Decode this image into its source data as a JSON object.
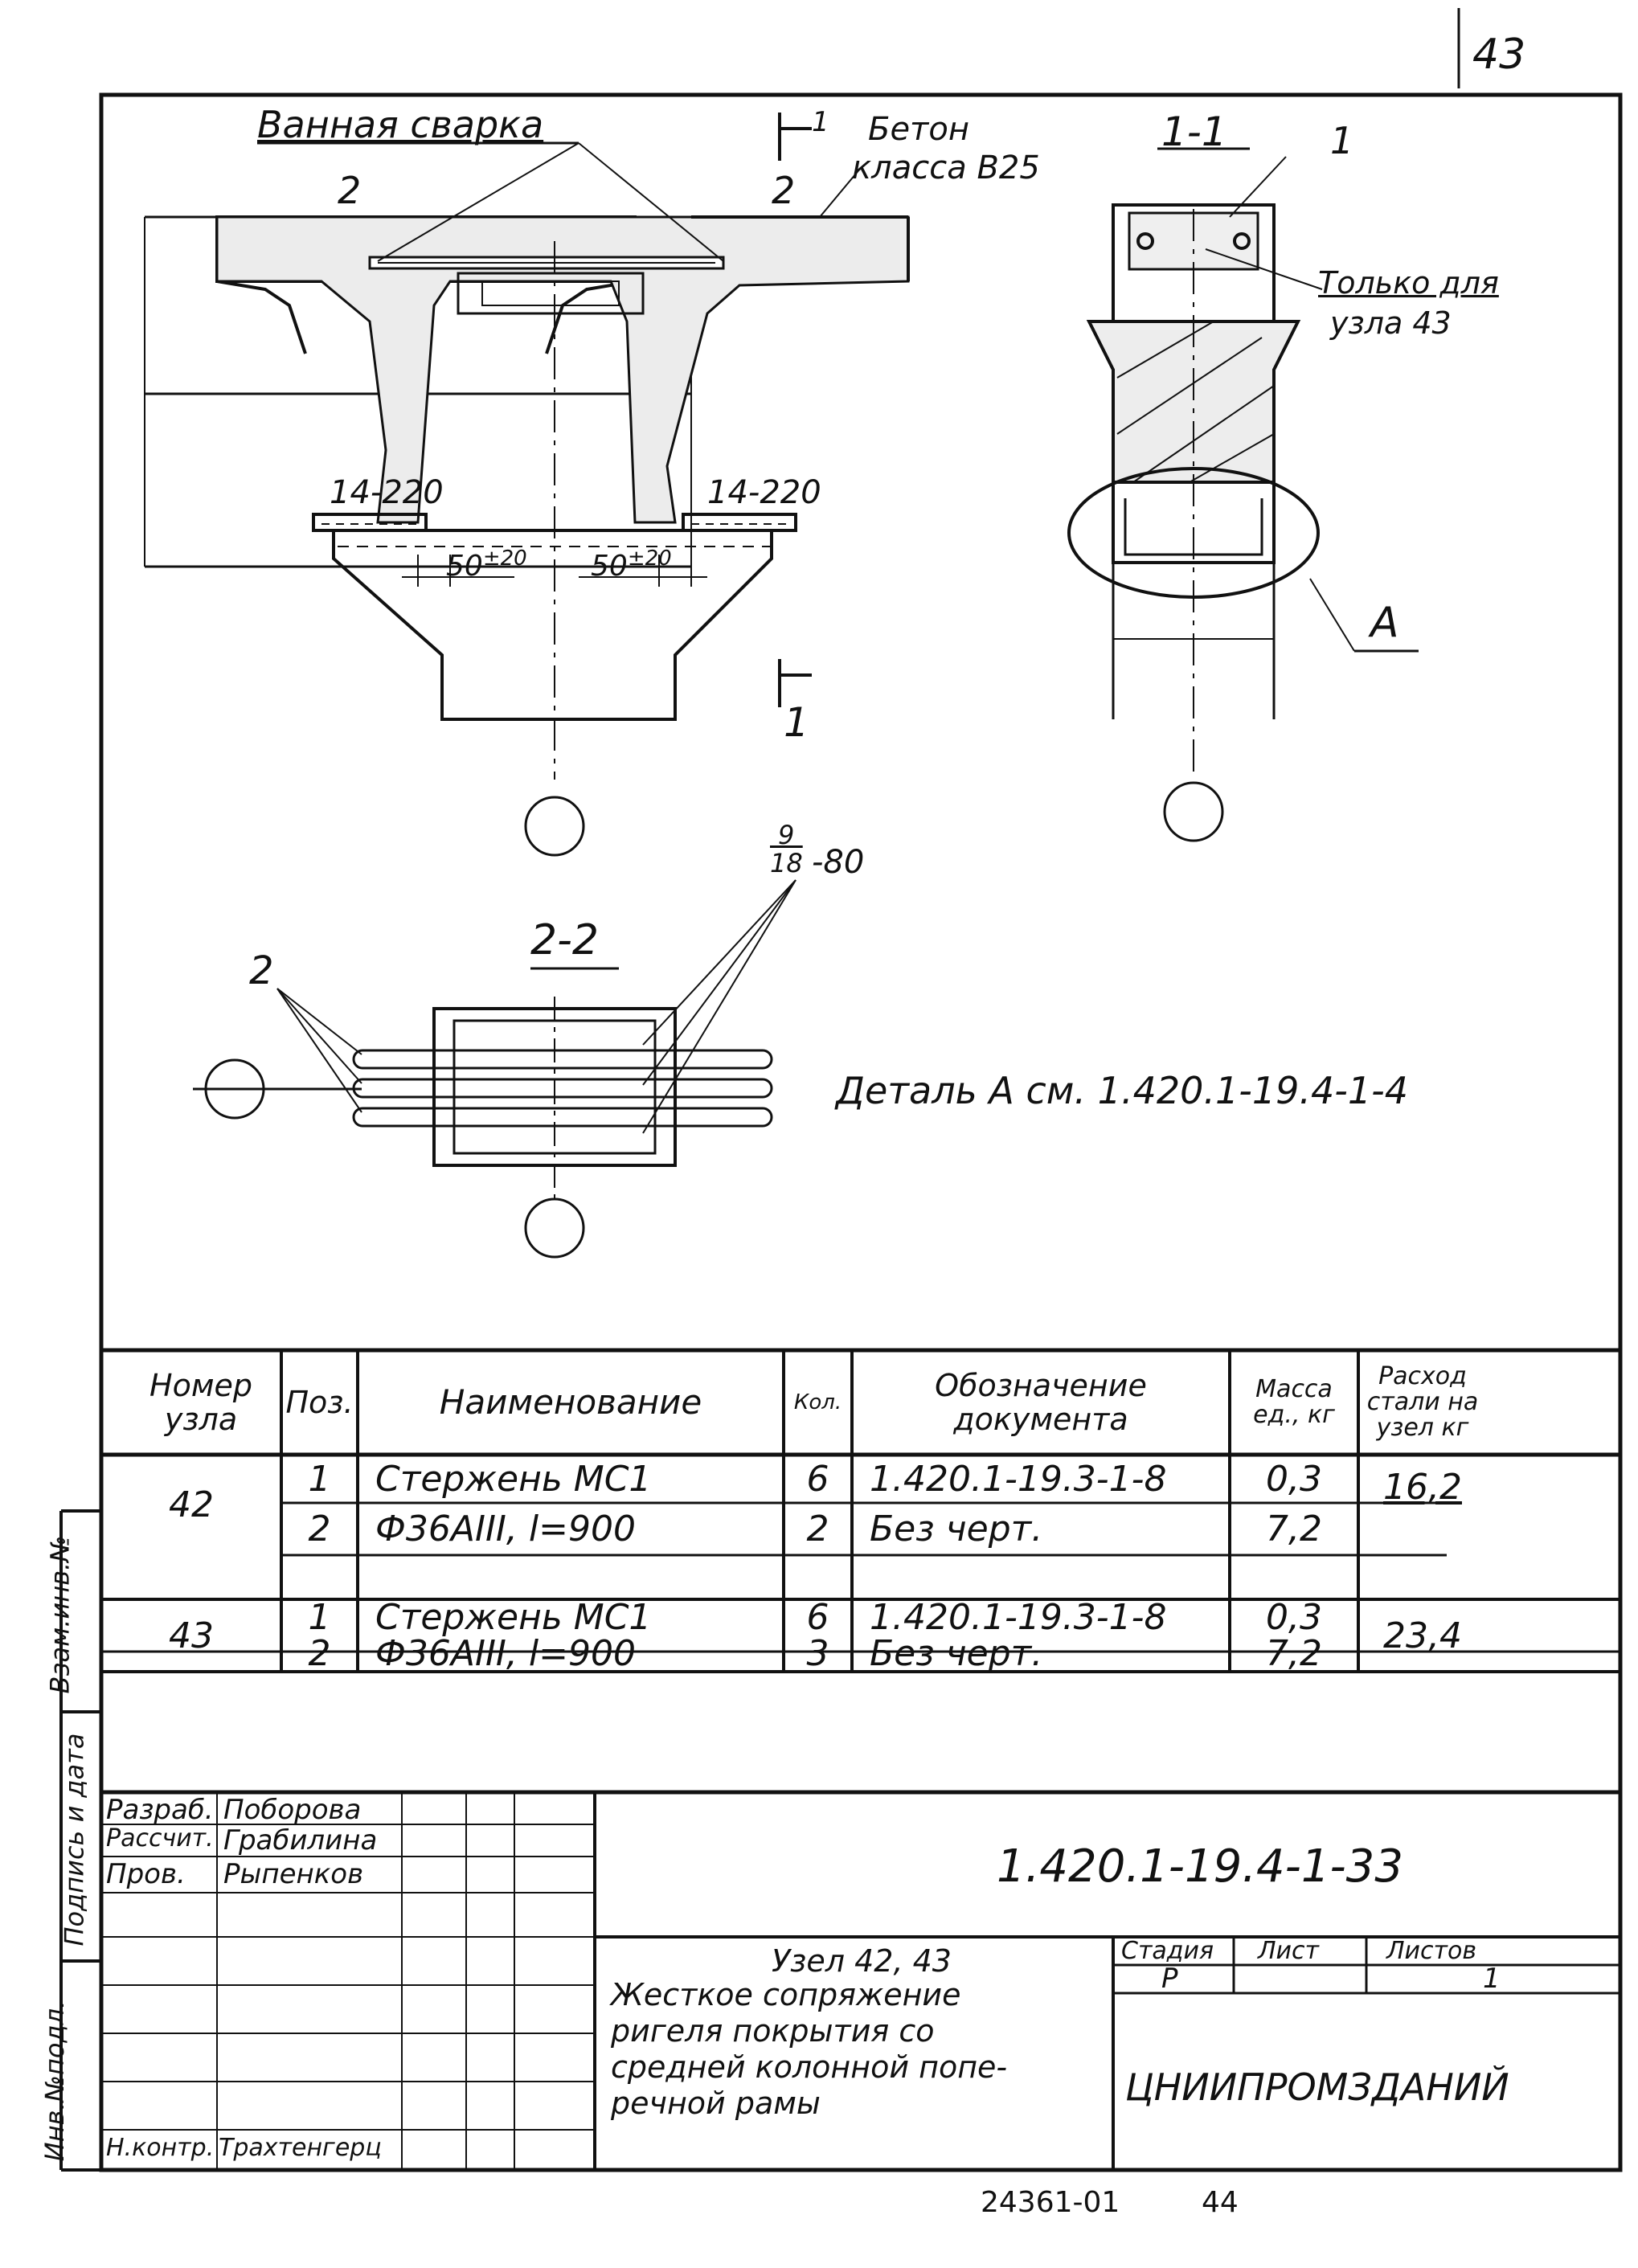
{
  "sheet": {
    "page_number": "43",
    "code": "1.420.1-19.4-1-33",
    "bottom_code": "24361-01",
    "bottom_page": "44"
  },
  "drawing": {
    "label_weld": "Ванная сварка",
    "label_concrete_line1": "Бетон",
    "label_concrete_line2": "класса В25",
    "section_mark": "1",
    "section_11": "1-1",
    "section_22": "2-2",
    "pos_1": "1",
    "pos_2": "2",
    "pos_2_left": "2",
    "pos_2_right": "2",
    "pos_2_sec": "2",
    "weld_left": "14-220",
    "weld_right": "14-220",
    "dim_left": "50",
    "dim_left_tol": "±20",
    "dim_right": "50",
    "dim_right_tol": "±20",
    "only_for_line1": "Только для",
    "only_for_line2": "узла 43",
    "detail_mark": "А",
    "weld_sec_top": "9",
    "weld_sec_bottom": "18",
    "weld_sec_len": "-80",
    "detail_ref": "Деталь А см. 1.420.1-19.4-1-4"
  },
  "spec_table": {
    "headers": {
      "node": "Номер узла",
      "pos": "Поз.",
      "name": "Наименование",
      "qty": "Кол.",
      "doc": "Обозначение документа",
      "mass": "Масса ед., кг",
      "steel": "Расход стали на узел кг"
    },
    "rows": [
      {
        "node": "42",
        "pos": "1",
        "name": "Стержень МС1",
        "qty": "6",
        "doc": "1.420.1-19.3-1-8",
        "mass": "0,3",
        "steel": "16,2"
      },
      {
        "node": "",
        "pos": "2",
        "name": "Ф36АIII, l=900",
        "qty": "2",
        "doc": "Без черт.",
        "mass": "7,2",
        "steel": ""
      },
      {
        "node": "43",
        "pos": "1",
        "name": "Стержень МС1",
        "qty": "6",
        "doc": "1.420.1-19.3-1-8",
        "mass": "0,3",
        "steel": "23,4"
      },
      {
        "node": "",
        "pos": "2",
        "name": "Ф36АIII, l=900",
        "qty": "3",
        "doc": "Без черт.",
        "mass": "7,2",
        "steel": ""
      }
    ]
  },
  "side_stamps": {
    "inv_orig": "Инв.№подл.",
    "sign_date": "Подпись и дата",
    "replace_inv": "Взам.инв.№"
  },
  "title_block": {
    "roles": [
      {
        "role": "Разраб.",
        "name": "Поборова"
      },
      {
        "role": "Рассчит.",
        "name": "Грабилина"
      },
      {
        "role": "Пров.",
        "name": "Рыпенков"
      },
      {
        "role": "",
        "name": ""
      },
      {
        "role": "",
        "name": ""
      },
      {
        "role": "",
        "name": ""
      },
      {
        "role": "Н.контр.",
        "name": "Трахтенгерц"
      }
    ],
    "title_line1": "Узел 42, 43",
    "title_line2": "Жесткое сопряжение",
    "title_line3": "ригеля покрытия со",
    "title_line4": "средней колонной попе-",
    "title_line5": "речной рамы",
    "stage_label": "Стадия",
    "sheet_label": "Лист",
    "sheets_label": "Листов",
    "stage_value": "Р",
    "sheet_value": "",
    "sheets_value": "1",
    "organization": "ЦНИИПРОМЗДАНИЙ"
  }
}
